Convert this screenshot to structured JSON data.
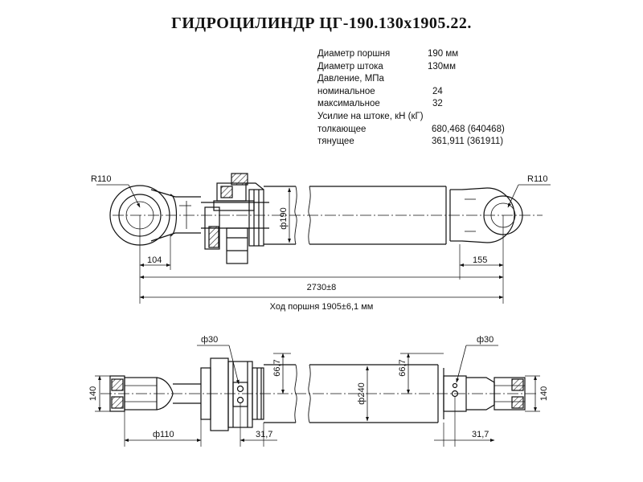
{
  "title": "ГИДРОЦИЛИНДР ЦГ-190.130х1905.22.",
  "specs": [
    {
      "label": "Диаметр поршня",
      "value": "190 мм"
    },
    {
      "label": "Диаметр штока",
      "value": "130мм"
    },
    {
      "label": "Давление, МПа",
      "value": ""
    },
    {
      "label": "номинальное",
      "value": "24"
    },
    {
      "label": "максимальное",
      "value": "32"
    },
    {
      "label": "Усилие на штоке, кН (кГ)",
      "value": ""
    },
    {
      "label": "толкающее",
      "value": "680,468 (640468)"
    },
    {
      "label": "тянущее",
      "value": "361,911 (361911)"
    }
  ],
  "dimensions": {
    "r_left": "R110",
    "r_right": "R110",
    "d190": "ф190",
    "dim104": "104",
    "dim155": "155",
    "total_length": "2730±8",
    "stroke": "Ход поршня 1905±6,1 мм",
    "d30_left": "ф30",
    "d30_right": "ф30",
    "dim667_left": "66,7",
    "dim667_right": "66,7",
    "dim140_left": "140",
    "dim140_right": "140",
    "d240": "ф240",
    "d110": "ф110",
    "dim317_left": "31,7",
    "dim317_right": "31,7"
  }
}
